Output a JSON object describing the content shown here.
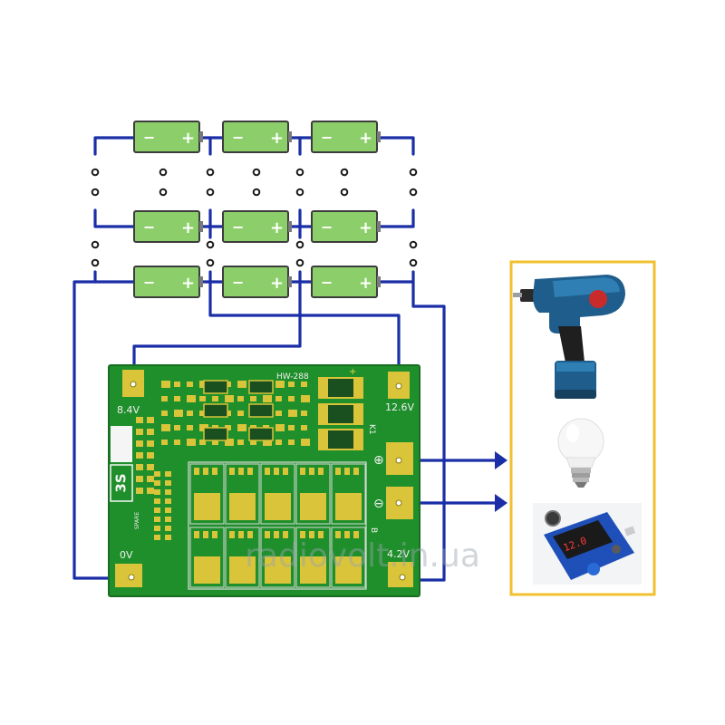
{
  "colors": {
    "wire": "#1a2ea8",
    "battery_body": "#8ccf6a",
    "battery_border": "#3c3c3c",
    "battery_cap": "#7a7a7a",
    "pcb": "#1f8f2b",
    "pcb_border": "#176d20",
    "pad_gold": "#d9c43a",
    "load_frame": "#f0c030",
    "arrow": "#1a2ea8",
    "watermark": "#9aa3b0"
  },
  "batteries": [
    {
      "row": 1,
      "col": 1,
      "neg": "−",
      "pos": "+"
    },
    {
      "row": 1,
      "col": 2,
      "neg": "−",
      "pos": "+"
    },
    {
      "row": 1,
      "col": 3,
      "neg": "−",
      "pos": "+"
    },
    {
      "row": 2,
      "col": 1,
      "neg": "−",
      "pos": "+"
    },
    {
      "row": 2,
      "col": 2,
      "neg": "−",
      "pos": "+"
    },
    {
      "row": 2,
      "col": 3,
      "neg": "−",
      "pos": "+"
    },
    {
      "row": 3,
      "col": 1,
      "neg": "−",
      "pos": "+"
    },
    {
      "row": 3,
      "col": 2,
      "neg": "−",
      "pos": "+"
    },
    {
      "row": 3,
      "col": 3,
      "neg": "−",
      "pos": "+"
    }
  ],
  "board": {
    "model": "HW-288",
    "series_label": "3S",
    "pad_labels": {
      "b1": "8.4V",
      "b2": "12.6V",
      "b0": "0V",
      "b4": "4.2V"
    },
    "plus_symbol": "⊕",
    "minus_symbol": "⊖",
    "k1": "K1",
    "b_mark": "B",
    "small_plus": "+",
    "side_label": "SPARE"
  },
  "loads": [
    {
      "name": "drill-device"
    },
    {
      "name": "lightbulb-device"
    },
    {
      "name": "step-down-converter-device",
      "display": "12.0"
    }
  ],
  "watermark": "radiovolt.in.ua"
}
